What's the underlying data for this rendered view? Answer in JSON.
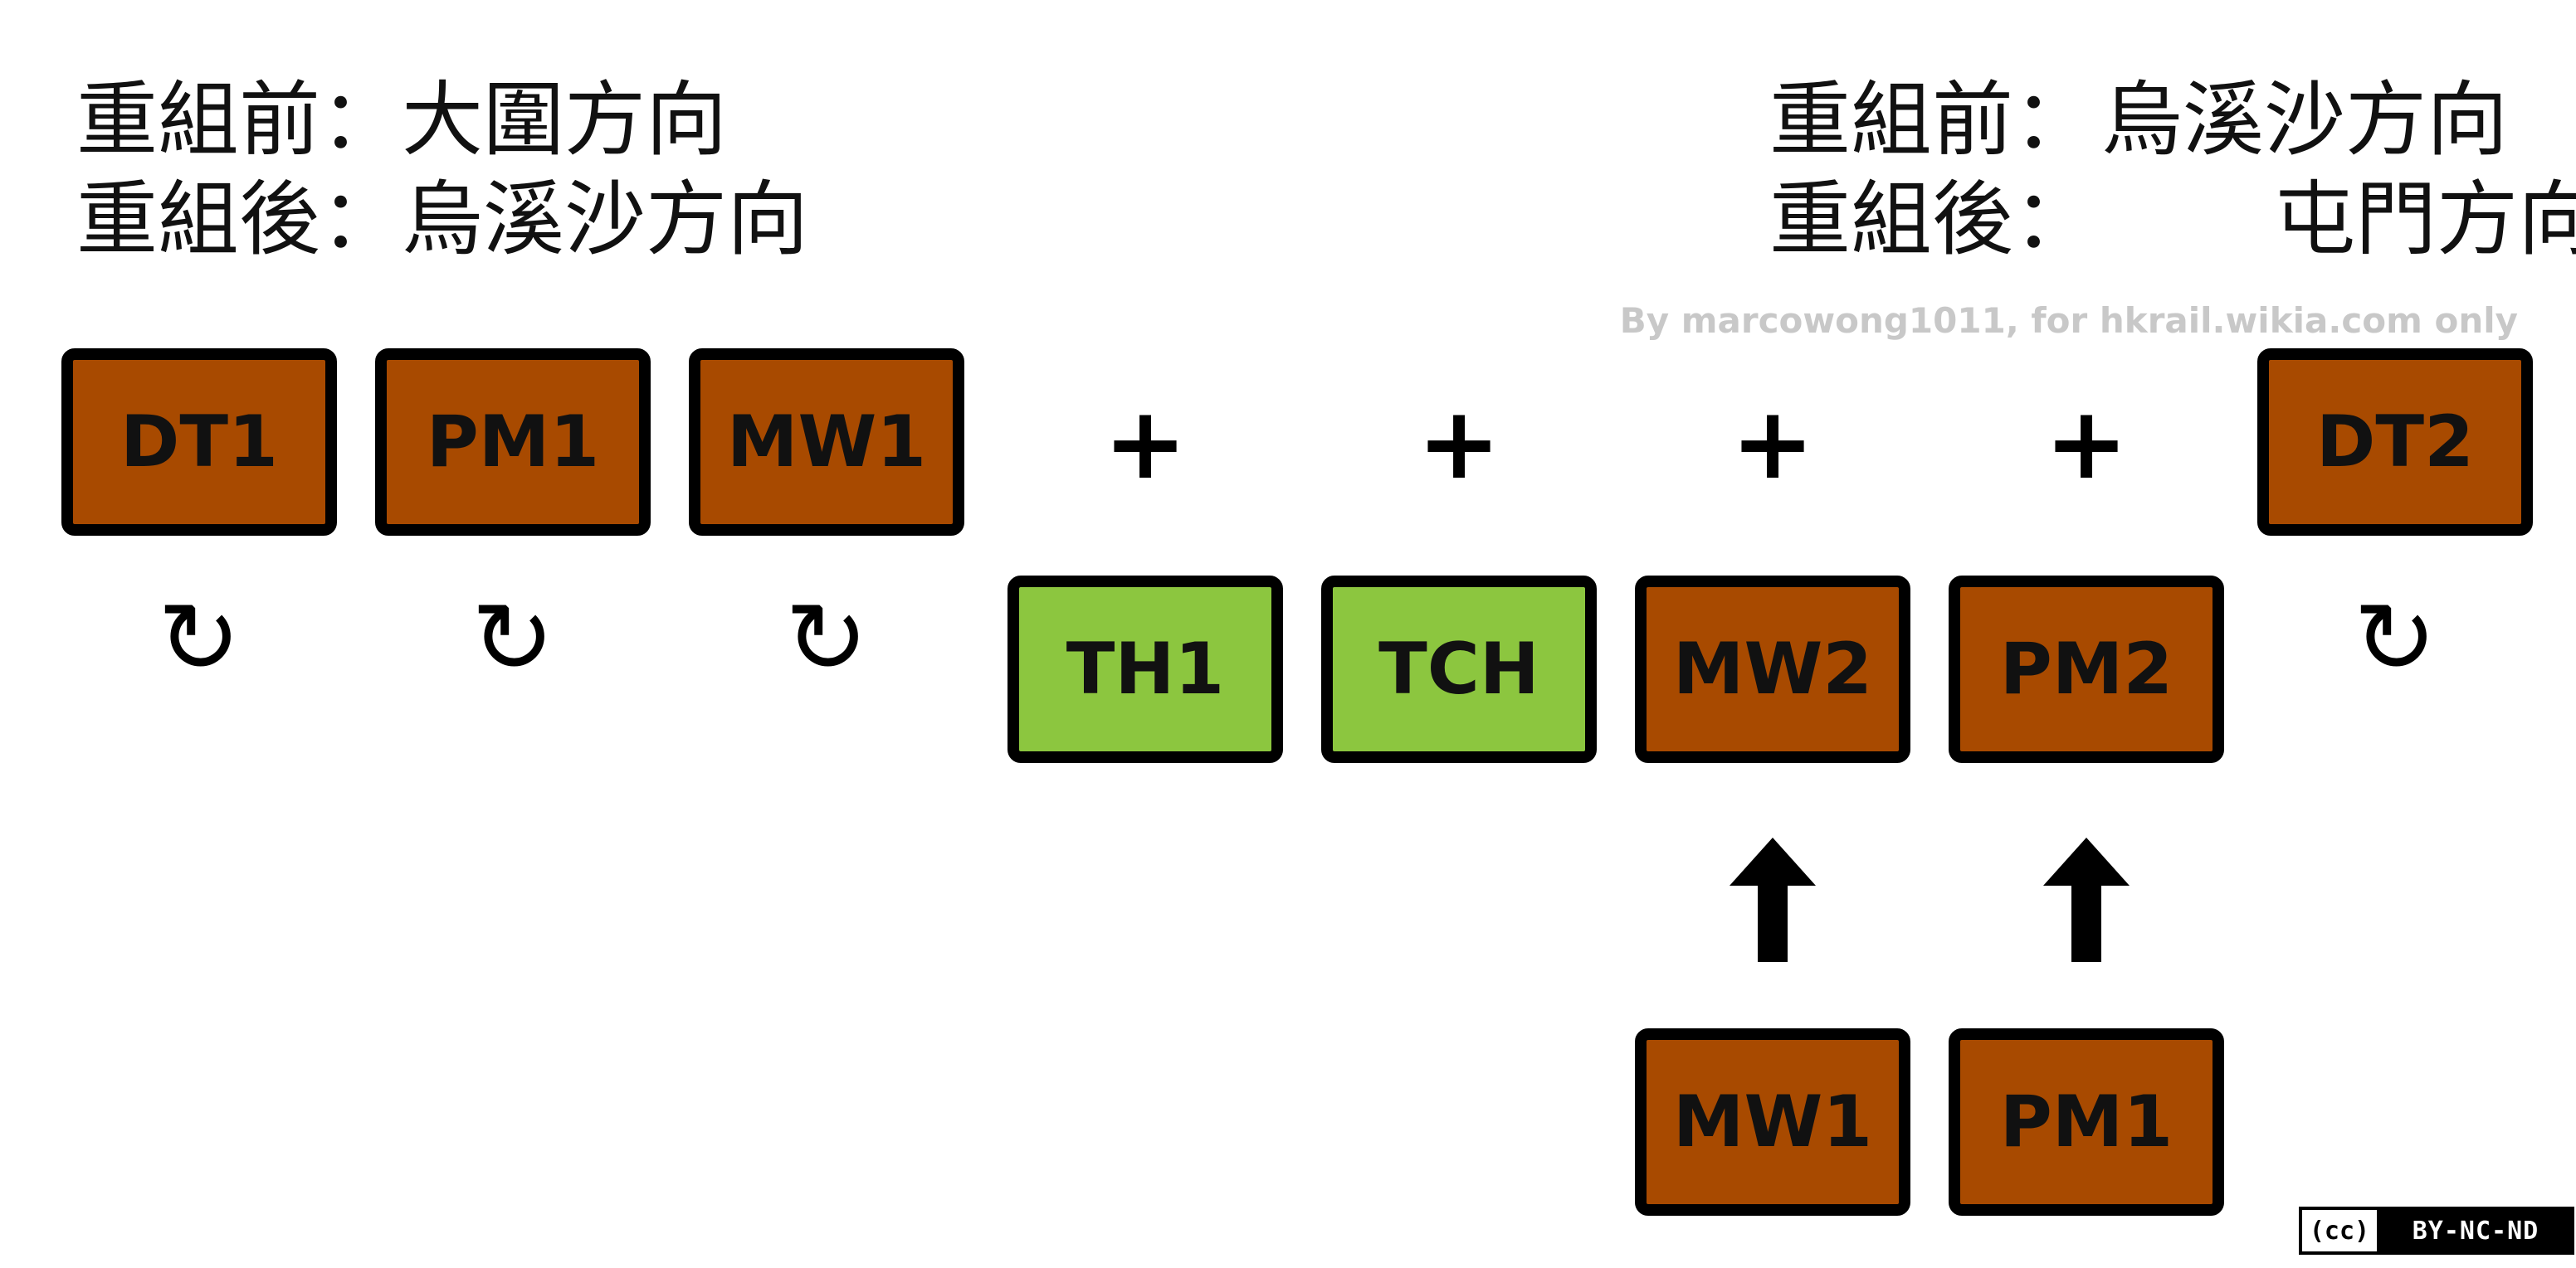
{
  "left_heading": {
    "before": "重組前：大圍方向",
    "after": "重組後：烏溪沙方向"
  },
  "right_heading": {
    "before_label": "重組前：",
    "before_value": "烏溪沙方向",
    "after_label": "重組後：",
    "after_value": "屯門方向"
  },
  "credit": "By marcowong1011, for hkrail.wikia.com only",
  "top_row": [
    "DT1",
    "PM1",
    "MW1",
    "DT2"
  ],
  "middle_row": [
    "TH1",
    "TCH",
    "MW2",
    "PM2"
  ],
  "bottom_row": [
    "MW1",
    "PM1"
  ],
  "symbols": {
    "plus": "+",
    "rotate": "↻"
  },
  "license": {
    "cc": "(cc)",
    "terms": "BY-NC-ND"
  },
  "colors": {
    "existing_car": "#a84a00",
    "new_car": "#8cc63f"
  }
}
